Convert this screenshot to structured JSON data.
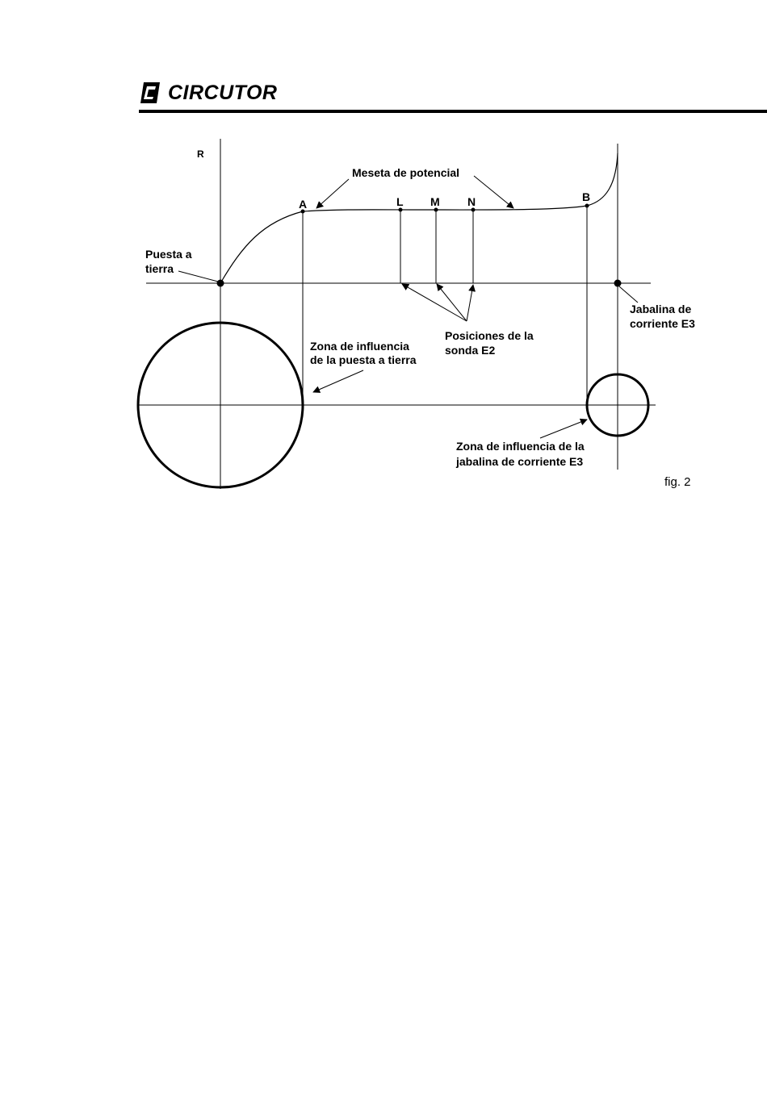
{
  "header": {
    "logo_text": "CIRCUTOR",
    "logo_icon": "circutor-logo-icon"
  },
  "figure": {
    "axis_label_r": "R",
    "meseta_label": "Meseta de potencial",
    "point_a": "A",
    "point_l": "L",
    "point_m": "M",
    "point_n": "N",
    "point_b": "B",
    "puesta_line1": "Puesta a",
    "puesta_line2": "tierra",
    "jabalina_line1": "Jabalina de",
    "jabalina_line2": "corriente E3",
    "posiciones_line1": "Posiciones de la",
    "posiciones_line2": "sonda E2",
    "zona_tierra_line1": "Zona de influencia",
    "zona_tierra_line2": "de la puesta a tierra",
    "zona_jab_line1": "Zona de influencia de la",
    "zona_jab_line2": "jabalina de corriente E3",
    "caption": "fig. 2"
  }
}
